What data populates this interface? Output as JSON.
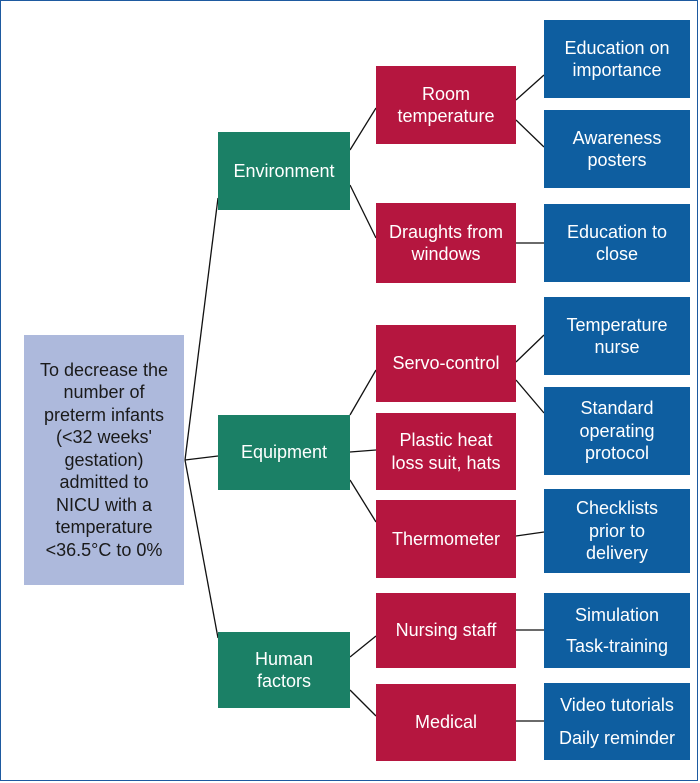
{
  "goal": {
    "lines": [
      "To decrease the",
      "number of",
      "preterm infants",
      "(<32 weeks'",
      "gestation)",
      "admitted to",
      "NICU with a",
      "temperature",
      "<36.5°C to 0%"
    ]
  },
  "categories": {
    "environment": [
      "Environment"
    ],
    "equipment": [
      "Equipment"
    ],
    "human_factors": [
      "Human",
      "factors"
    ]
  },
  "causes": {
    "room_temperature": [
      "Room",
      "temperature"
    ],
    "draughts": [
      "Draughts from",
      "windows"
    ],
    "servo_control": [
      "Servo-control"
    ],
    "plastic_suit": [
      "Plastic heat",
      "loss suit, hats"
    ],
    "thermometer": [
      "Thermometer"
    ],
    "nursing_staff": [
      "Nursing staff"
    ],
    "medical": [
      "Medical"
    ]
  },
  "actions": {
    "education_importance": [
      "Education on",
      "importance"
    ],
    "awareness_posters": [
      "Awareness",
      "posters"
    ],
    "education_close": [
      "Education to",
      "close"
    ],
    "temperature_nurse": [
      "Temperature",
      "nurse"
    ],
    "standard_protocol": [
      "Standard",
      "operating",
      "protocol"
    ],
    "checklists": [
      "Checklists",
      "prior to",
      "delivery"
    ],
    "simulation_training": [
      "Simulation",
      "Task-training"
    ],
    "video_reminder": [
      "Video tutorials",
      "Daily reminder"
    ]
  },
  "colors": {
    "goal": "#adb9dc",
    "category": "#1b8066",
    "cause": "#b5163f",
    "action": "#0e5ea0",
    "frame": "#1e5aa0",
    "connector": "#111111"
  }
}
